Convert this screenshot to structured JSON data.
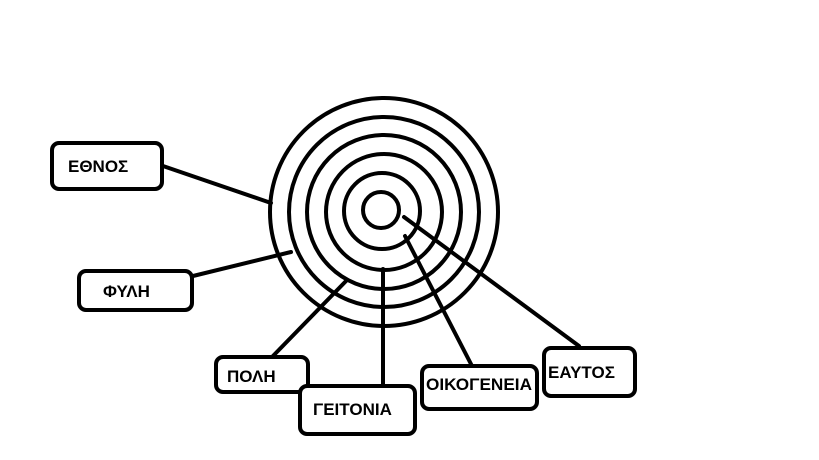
{
  "diagram": {
    "rings_count": 6,
    "labels": {
      "ethnos": "ΕΘΝΟΣ",
      "fyli": "ΦΥΛΗ",
      "poli": "ΠΟΛΗ",
      "geitonia": "ΓΕΙΤΟΝΙΑ",
      "oikogeneia": "ΟΙΚΟΓΕΝΕΙΑ",
      "eaftos": "ΕΑΥΤΟΣ"
    },
    "colors": {
      "stroke": "#000000",
      "background": "#ffffff"
    }
  }
}
